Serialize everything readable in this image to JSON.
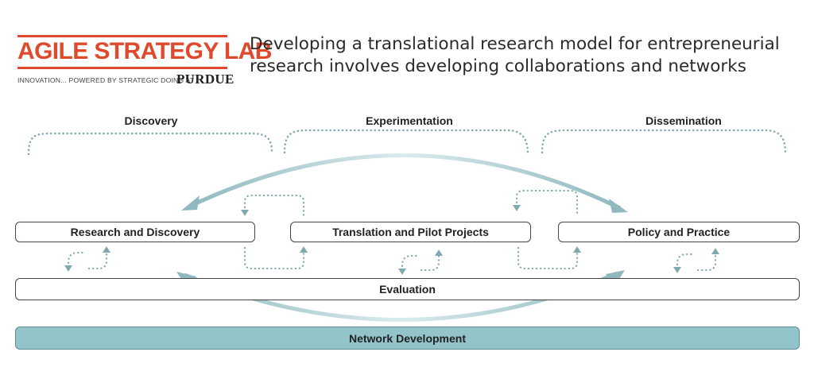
{
  "logo": {
    "title": "AGILE STRATEGY LAB",
    "tagline": "INNOVATION... POWERED BY STRATEGIC DOING AT",
    "brand": "PURDUE",
    "color": "#e04a2c"
  },
  "headline": "Developing a translational research model for entrepreneurial research involves developing collaborations and networks",
  "phases": [
    "Discovery",
    "Experimentation",
    "Dissemination"
  ],
  "stages": {
    "research": "Research and Discovery",
    "translation": "Translation and Pilot Projects",
    "policy": "Policy and Practice",
    "evaluation": "Evaluation",
    "network": "Network Development"
  },
  "colors": {
    "arrow": "#8fb9bf",
    "dotted": "#7fa9ae",
    "network_fill": "#92c4ca"
  }
}
